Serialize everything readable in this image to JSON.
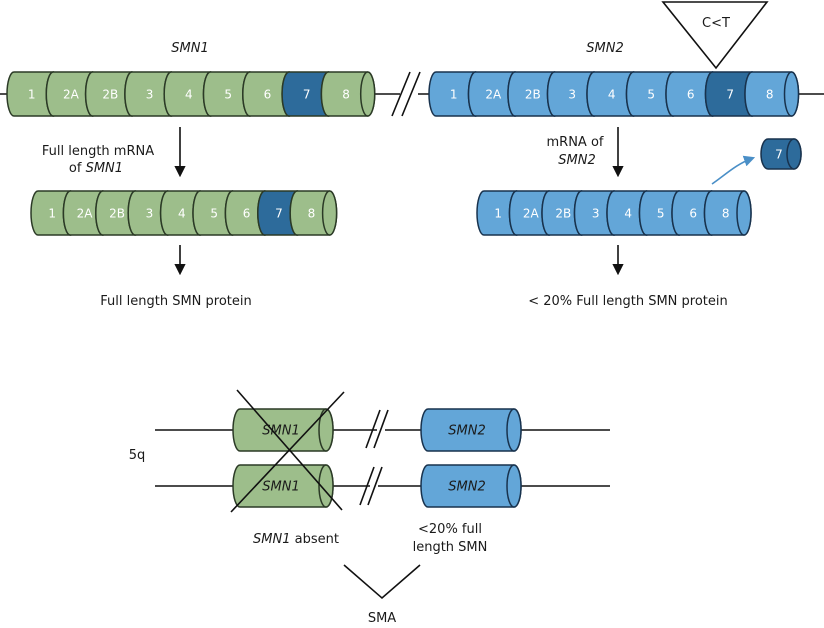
{
  "colors": {
    "green": "#9dbe8b",
    "green_stroke": "#2b3a26",
    "blue": "#63a6d8",
    "blue_stroke": "#18324d",
    "dark_blue": "#2d6b9b",
    "arrow_blue": "#4a8fc7"
  },
  "labels": {
    "smn1_gene": "SMN1",
    "smn2_gene": "SMN2",
    "mutation": "C<T",
    "mrna1_line1": "Full length mRNA",
    "mrna1_line2_prefix": "of ",
    "mrna1_line2_gene": "SMN1",
    "mrna2_line1": "mRNA of",
    "mrna2_line2": "SMN2",
    "protein1": "Full length SMN protein",
    "protein2": "< 20% Full length SMN protein",
    "chromosome": "5q",
    "gene1_cyl": "SMN1",
    "gene2_cyl": "SMN2",
    "absent_gene": "SMN1",
    "absent_word": " absent",
    "low_line1": "<20% full",
    "low_line2": "length SMN",
    "sma": "SMA"
  },
  "smn1_exons": [
    {
      "label": "1",
      "dark": false
    },
    {
      "label": "2A",
      "dark": false
    },
    {
      "label": "2B",
      "dark": false
    },
    {
      "label": "3",
      "dark": false
    },
    {
      "label": "4",
      "dark": false
    },
    {
      "label": "5",
      "dark": false
    },
    {
      "label": "6",
      "dark": false
    },
    {
      "label": "7",
      "dark": true
    },
    {
      "label": "8",
      "dark": false
    }
  ],
  "smn2_exons": [
    {
      "label": "1",
      "dark": false
    },
    {
      "label": "2A",
      "dark": false
    },
    {
      "label": "2B",
      "dark": false
    },
    {
      "label": "3",
      "dark": false
    },
    {
      "label": "4",
      "dark": false
    },
    {
      "label": "5",
      "dark": false
    },
    {
      "label": "6",
      "dark": false
    },
    {
      "label": "7",
      "dark": true
    },
    {
      "label": "8",
      "dark": false
    }
  ],
  "smn1_mrna_exons": [
    {
      "label": "1",
      "dark": false
    },
    {
      "label": "2A",
      "dark": false
    },
    {
      "label": "2B",
      "dark": false
    },
    {
      "label": "3",
      "dark": false
    },
    {
      "label": "4",
      "dark": false
    },
    {
      "label": "5",
      "dark": false
    },
    {
      "label": "6",
      "dark": false
    },
    {
      "label": "7",
      "dark": true
    },
    {
      "label": "8",
      "dark": false
    }
  ],
  "smn2_mrna_exons": [
    {
      "label": "1",
      "dark": false
    },
    {
      "label": "2A",
      "dark": false
    },
    {
      "label": "2B",
      "dark": false
    },
    {
      "label": "3",
      "dark": false
    },
    {
      "label": "4",
      "dark": false
    },
    {
      "label": "5",
      "dark": false
    },
    {
      "label": "6",
      "dark": false
    },
    {
      "label": "8",
      "dark": false
    }
  ],
  "skipped_exon": {
    "label": "7",
    "dark": true
  }
}
